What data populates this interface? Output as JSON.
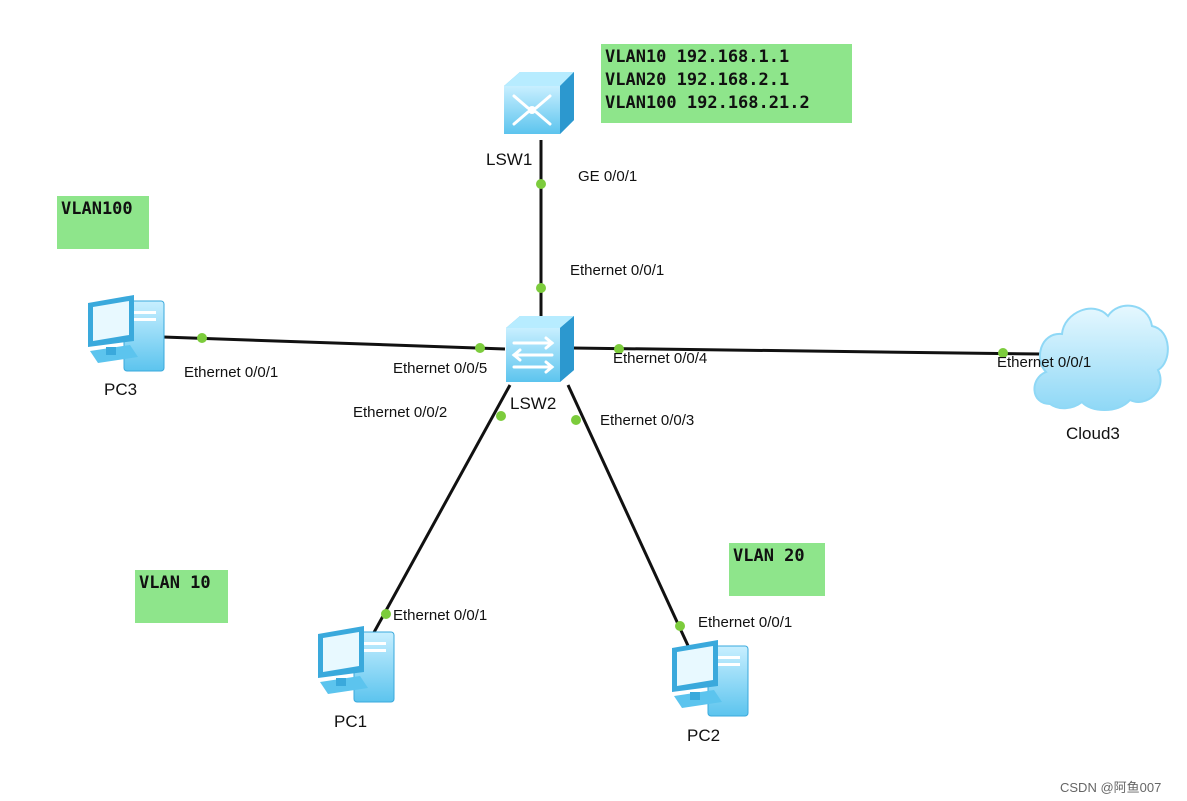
{
  "devices": {
    "lsw1": "LSW1",
    "lsw2": "LSW2",
    "pc1": "PC1",
    "pc2": "PC2",
    "pc3": "PC3",
    "cloud": "Cloud3"
  },
  "notes": {
    "lsw1_ips": [
      "VLAN10 192.168.1.1",
      "VLAN20 192.168.2.1",
      "VLAN100 192.168.21.2"
    ],
    "vlan100": "VLAN100",
    "vlan10": "VLAN 10",
    "vlan20": "VLAN 20"
  },
  "ports": {
    "lsw1_ge": "GE 0/0/1",
    "lsw2_up": "Ethernet 0/0/1",
    "lsw2_pc3": "Ethernet 0/0/5",
    "pc3_eth": "Ethernet 0/0/1",
    "lsw2_cloud": "Ethernet 0/0/4",
    "cloud_eth": "Ethernet 0/0/1",
    "lsw2_pc1": "Ethernet 0/0/2",
    "lsw2_pc2": "Ethernet 0/0/3",
    "pc1_eth": "Ethernet 0/0/1",
    "pc2_eth": "Ethernet 0/0/1"
  },
  "watermark": "CSDN @阿鱼007",
  "colors": {
    "note_bg": "#8ee58b",
    "link": "#111111",
    "port_dot": "#7ccc3c",
    "device_blue": "#7fd3f5"
  }
}
